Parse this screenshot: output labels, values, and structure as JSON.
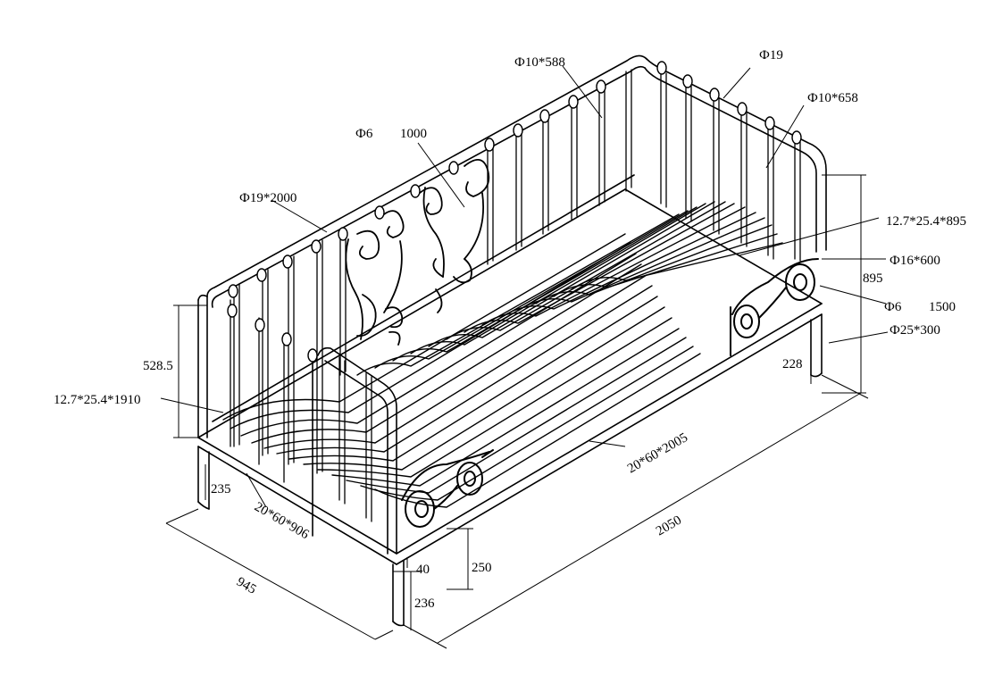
{
  "labels": {
    "rod_10_588": "Ф10*588",
    "tube_19": "Ф19",
    "rod_10_658": "Ф10*658",
    "rod_6_1000_a": "Ф6",
    "rod_6_1000_b": "1000",
    "tube_19_2000": "Ф19*2000",
    "flat_895": "12.7*25.4*895",
    "tube_16_600": "Ф16*600",
    "height_895": "895",
    "rod_6_1500_a": "Ф6",
    "rod_6_1500_b": "1500",
    "leg_25_300": "Ф25*300",
    "height_528": "528.5",
    "height_228": "228",
    "flat_1910": "12.7*25.4*1910",
    "rail_2005": "20*60*2005",
    "height_235": "235",
    "rail_906": "20*60*906",
    "length_2050": "2050",
    "height_40": "40",
    "height_250": "250",
    "width_945": "945",
    "height_236": "236"
  }
}
